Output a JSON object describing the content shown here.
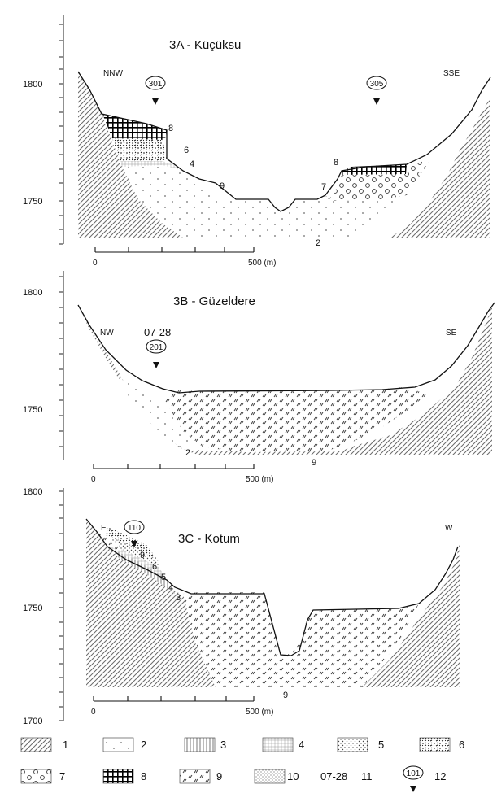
{
  "panels": {
    "a": {
      "title": "3A - Küçüksu",
      "left_dir": "NNW",
      "right_dir": "SSE",
      "y_ticks": [
        "1800",
        "1750"
      ],
      "scale": {
        "zero": "0",
        "end": "500 (m)"
      },
      "sites": [
        "301",
        "305"
      ],
      "labels": [
        "8",
        "6",
        "4",
        "9",
        "7",
        "8",
        "2"
      ]
    },
    "b": {
      "title": "3B - Güzeldere",
      "left_dir": "NW",
      "right_dir": "SE",
      "y_ticks": [
        "1800",
        "1750"
      ],
      "scale": {
        "zero": "0",
        "end": "500 (m)"
      },
      "sample_code": "07-28",
      "sites": [
        "201"
      ],
      "labels": [
        "2",
        "9"
      ]
    },
    "c": {
      "title": "3C - Kotum",
      "left_dir": "E",
      "right_dir": "W",
      "y_ticks": [
        "1800",
        "1750",
        "1700"
      ],
      "scale": {
        "zero": "0",
        "end": "500 (m)"
      },
      "sites": [
        "110"
      ],
      "labels": [
        "9",
        "6",
        "5",
        "4",
        "3",
        "9"
      ]
    }
  },
  "legend": {
    "numbers": [
      "1",
      "2",
      "3",
      "4",
      "5",
      "6",
      "7",
      "8",
      "9",
      "10",
      "11",
      "12"
    ],
    "sample_code": "07-28",
    "site_example": "101"
  }
}
